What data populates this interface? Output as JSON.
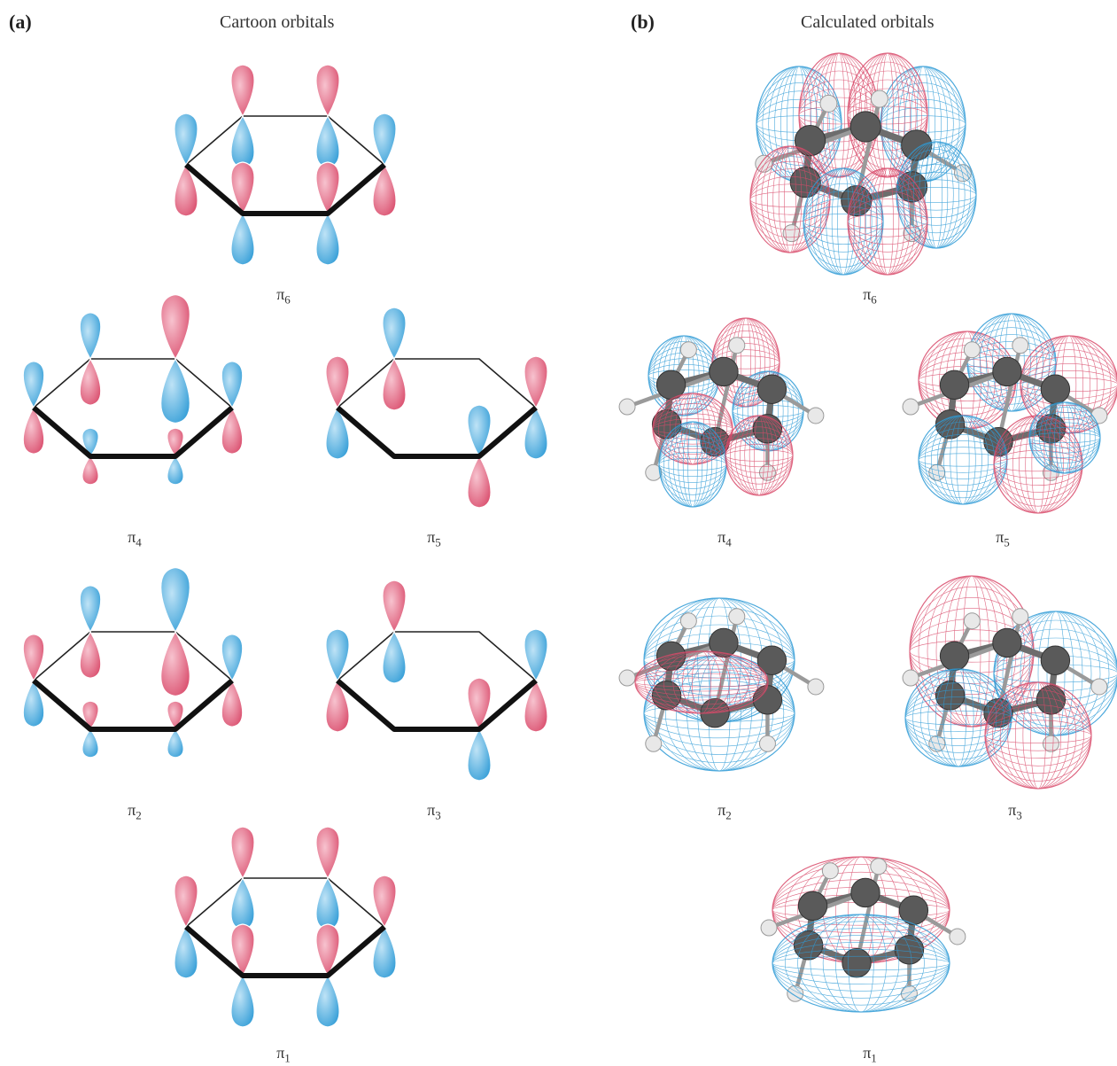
{
  "panels": {
    "a": {
      "letter": "(a)",
      "title": "Cartoon orbitals"
    },
    "b": {
      "letter": "(b)",
      "title": "Calculated orbitals"
    }
  },
  "colors": {
    "positive": "#d94a6a",
    "negative": "#2e9bd6",
    "bond": "#1a1a1a",
    "carbon": "#5a5a5a",
    "hydrogen": "#e8e8e8"
  },
  "orbitals": {
    "pi6": {
      "sym": "π",
      "sub": "6"
    },
    "pi4": {
      "sym": "π",
      "sub": "4"
    },
    "pi5": {
      "sym": "π",
      "sub": "5"
    },
    "pi2": {
      "sym": "π",
      "sub": "2"
    },
    "pi3": {
      "sym": "π",
      "sub": "3"
    },
    "pi1": {
      "sym": "π",
      "sub": "1"
    }
  }
}
